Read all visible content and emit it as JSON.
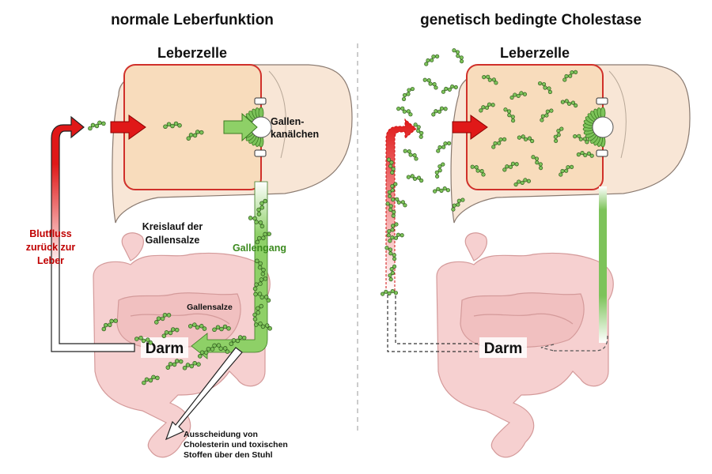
{
  "left": {
    "title": "normale Leberfunktion",
    "cell_label": "Leberzelle",
    "canaliculi_label": [
      "Gallen-",
      "kanälchen"
    ],
    "blood_label": [
      "Blutfluss",
      "zurück zur",
      "Leber"
    ],
    "cycle_label": [
      "Kreislauf der",
      "Gallensalze"
    ],
    "bile_duct_label": "Gallengang",
    "bile_salts_label": "Gallensalze",
    "intestine_label": "Darm",
    "excretion_label": [
      "Ausscheidung von",
      "Cholesterin und toxischen",
      "Stoffen über den Stuhl"
    ]
  },
  "right": {
    "title": "genetisch bedingte Cholestase",
    "cell_label": "Leberzelle",
    "intestine_label": "Darm"
  },
  "colors": {
    "bile_salt_green": "#7dc35a",
    "blood_red": "#e01818",
    "cell_fill": "#f8dcbc",
    "cell_border": "#d0302a",
    "intestine": "#f4c4c4"
  },
  "icons": [
    "bile-salt-molecule-icon",
    "arrow-icon"
  ]
}
